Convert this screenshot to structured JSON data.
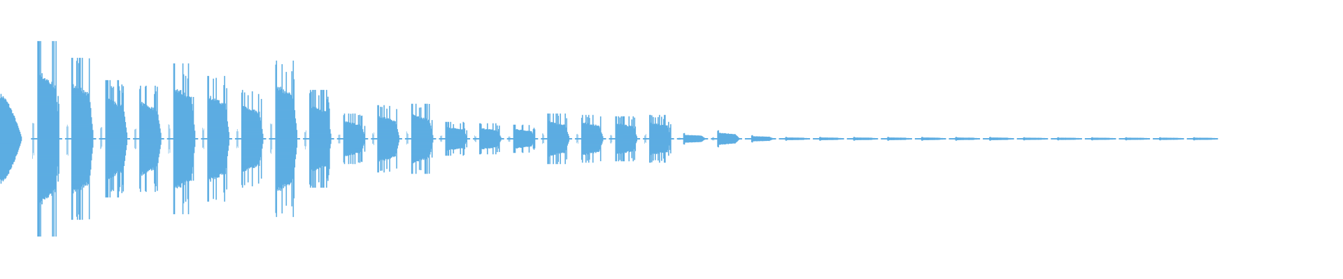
{
  "colors": {
    "background": "#ffffff",
    "waveform": "#5dade2"
  },
  "chart_data": {
    "type": "waveform",
    "title": "",
    "amplitude_range": [
      -1,
      1
    ],
    "burst_peak_amplitudes": [
      0.36,
      0.7,
      0.58,
      0.42,
      0.38,
      0.54,
      0.45,
      0.35,
      0.56,
      0.35,
      0.18,
      0.24,
      0.25,
      0.12,
      0.11,
      0.1,
      0.18,
      0.17,
      0.16,
      0.17,
      0.04,
      0.06,
      0.025,
      0.012,
      0.012,
      0.012,
      0.012,
      0.012,
      0.012,
      0.012,
      0.01,
      0.01,
      0.01,
      0.01,
      0.01,
      0.01
    ]
  }
}
